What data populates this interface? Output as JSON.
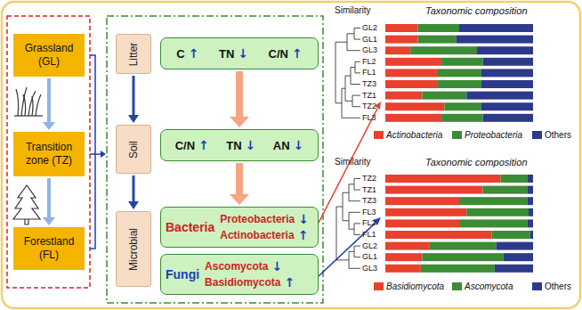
{
  "diagram": {
    "nodes": [
      {
        "text": [
          "Grassland (GL)"
        ]
      },
      {
        "text": [
          "Transition zone (TZ)"
        ]
      },
      {
        "text": [
          "Forestland (FL)"
        ]
      },
      {
        "text": [
          "Litter"
        ]
      },
      {
        "text": [
          "Soil"
        ]
      },
      {
        "text": [
          "Microbial"
        ]
      },
      {
        "text": [
          "C",
          "↑",
          "TN",
          "↓",
          "C/N",
          "↑"
        ]
      },
      {
        "text": [
          "C/N",
          "↑",
          "TN",
          "↓",
          "AN",
          "↓"
        ]
      },
      {
        "text": [
          "Bacteria",
          "Proteobacteria",
          "↓",
          "Actinobacteria",
          "↑"
        ]
      },
      {
        "text": [
          "Fungi",
          "Ascomycota",
          "↓",
          "Basidiomycota",
          "↑"
        ]
      }
    ],
    "edges": [
      {
        "from": 0,
        "to": 1,
        "arrow": "to"
      },
      {
        "from": 1,
        "to": 2,
        "arrow": "to"
      },
      {
        "from": 3,
        "to": 4,
        "arrow": "to"
      },
      {
        "from": 4,
        "to": 5,
        "arrow": "to"
      },
      {
        "from": 6,
        "to": 7,
        "arrow": "to"
      },
      {
        "from": 7,
        "to": 8,
        "arrow": "to"
      }
    ],
    "labels": [
      "Similarity",
      "Taxonomic composition",
      "GL2",
      "GL1",
      "GL3",
      "FL2",
      "FL1",
      "TZ3",
      "TZ1",
      "TZ2",
      "FL3",
      "Similarity",
      "Taxonomic composition",
      "TZ2",
      "TZ1",
      "TZ3",
      "FL3",
      "FL2",
      "FL1",
      "GL2",
      "GL1",
      "GL3"
    ],
    "legend": [
      {
        "text": "Actinobacteria",
        "color": "#e8412e"
      },
      {
        "text": "Proteobacteria",
        "color": "#3b8c34"
      },
      {
        "text": "Others",
        "color": "#2d3a8c"
      },
      {
        "text": "Basidiomycota",
        "color": "#e8412e"
      },
      {
        "text": "Ascomycota",
        "color": "#3b8c34"
      },
      {
        "text": "Others",
        "color": "#2d3a8c"
      }
    ]
  }
}
